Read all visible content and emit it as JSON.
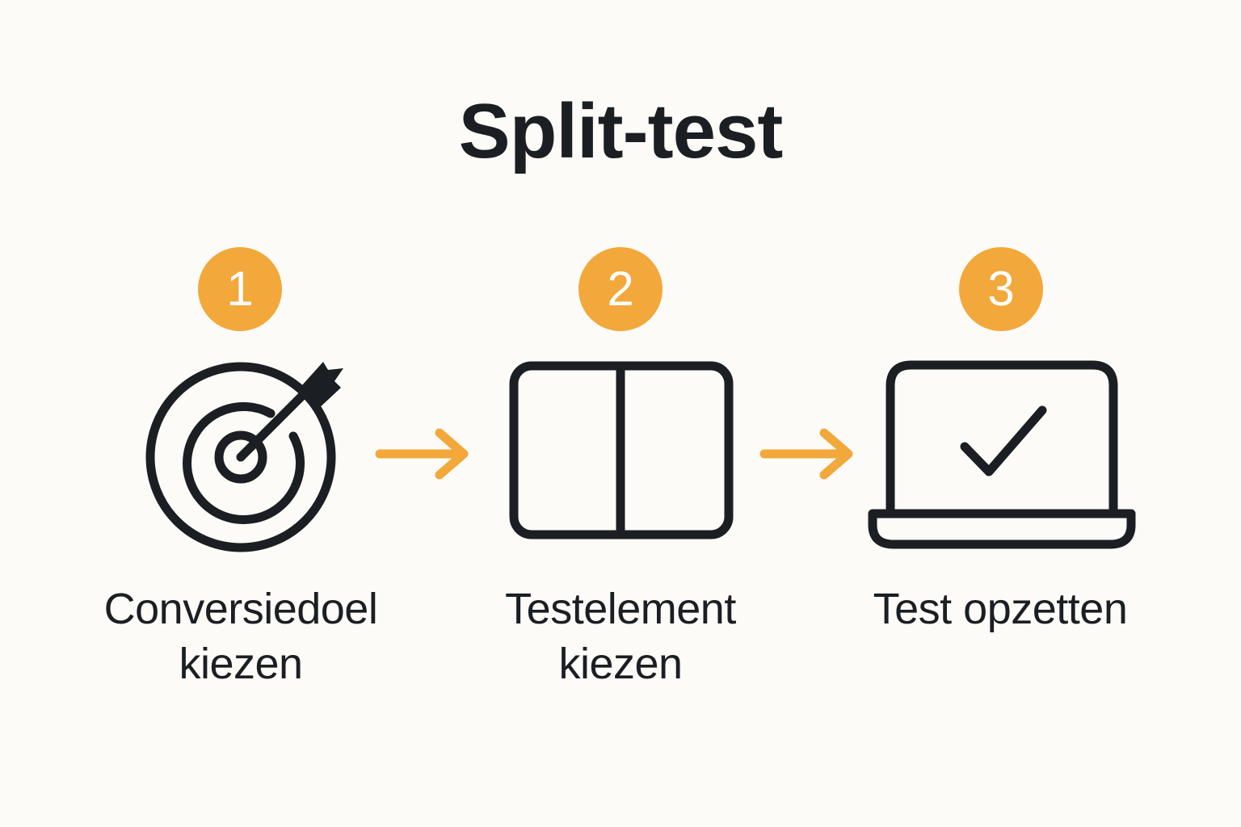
{
  "title": "Split-test",
  "colors": {
    "background": "#fcfbf8",
    "accent": "#f2a83a",
    "ink": "#1b1e22"
  },
  "steps": [
    {
      "number": "1",
      "icon": "target-icon",
      "label_line1": "Conversiedoel",
      "label_line2": "kiezen"
    },
    {
      "number": "2",
      "icon": "split-panel-icon",
      "label_line1": "Testelement",
      "label_line2": "kiezen"
    },
    {
      "number": "3",
      "icon": "laptop-check-icon",
      "label_line1": "Test opzetten",
      "label_line2": ""
    }
  ],
  "connectors": [
    {
      "icon": "arrow-right-icon",
      "from": "1",
      "to": "2"
    },
    {
      "icon": "arrow-right-icon",
      "from": "2",
      "to": "3"
    }
  ]
}
